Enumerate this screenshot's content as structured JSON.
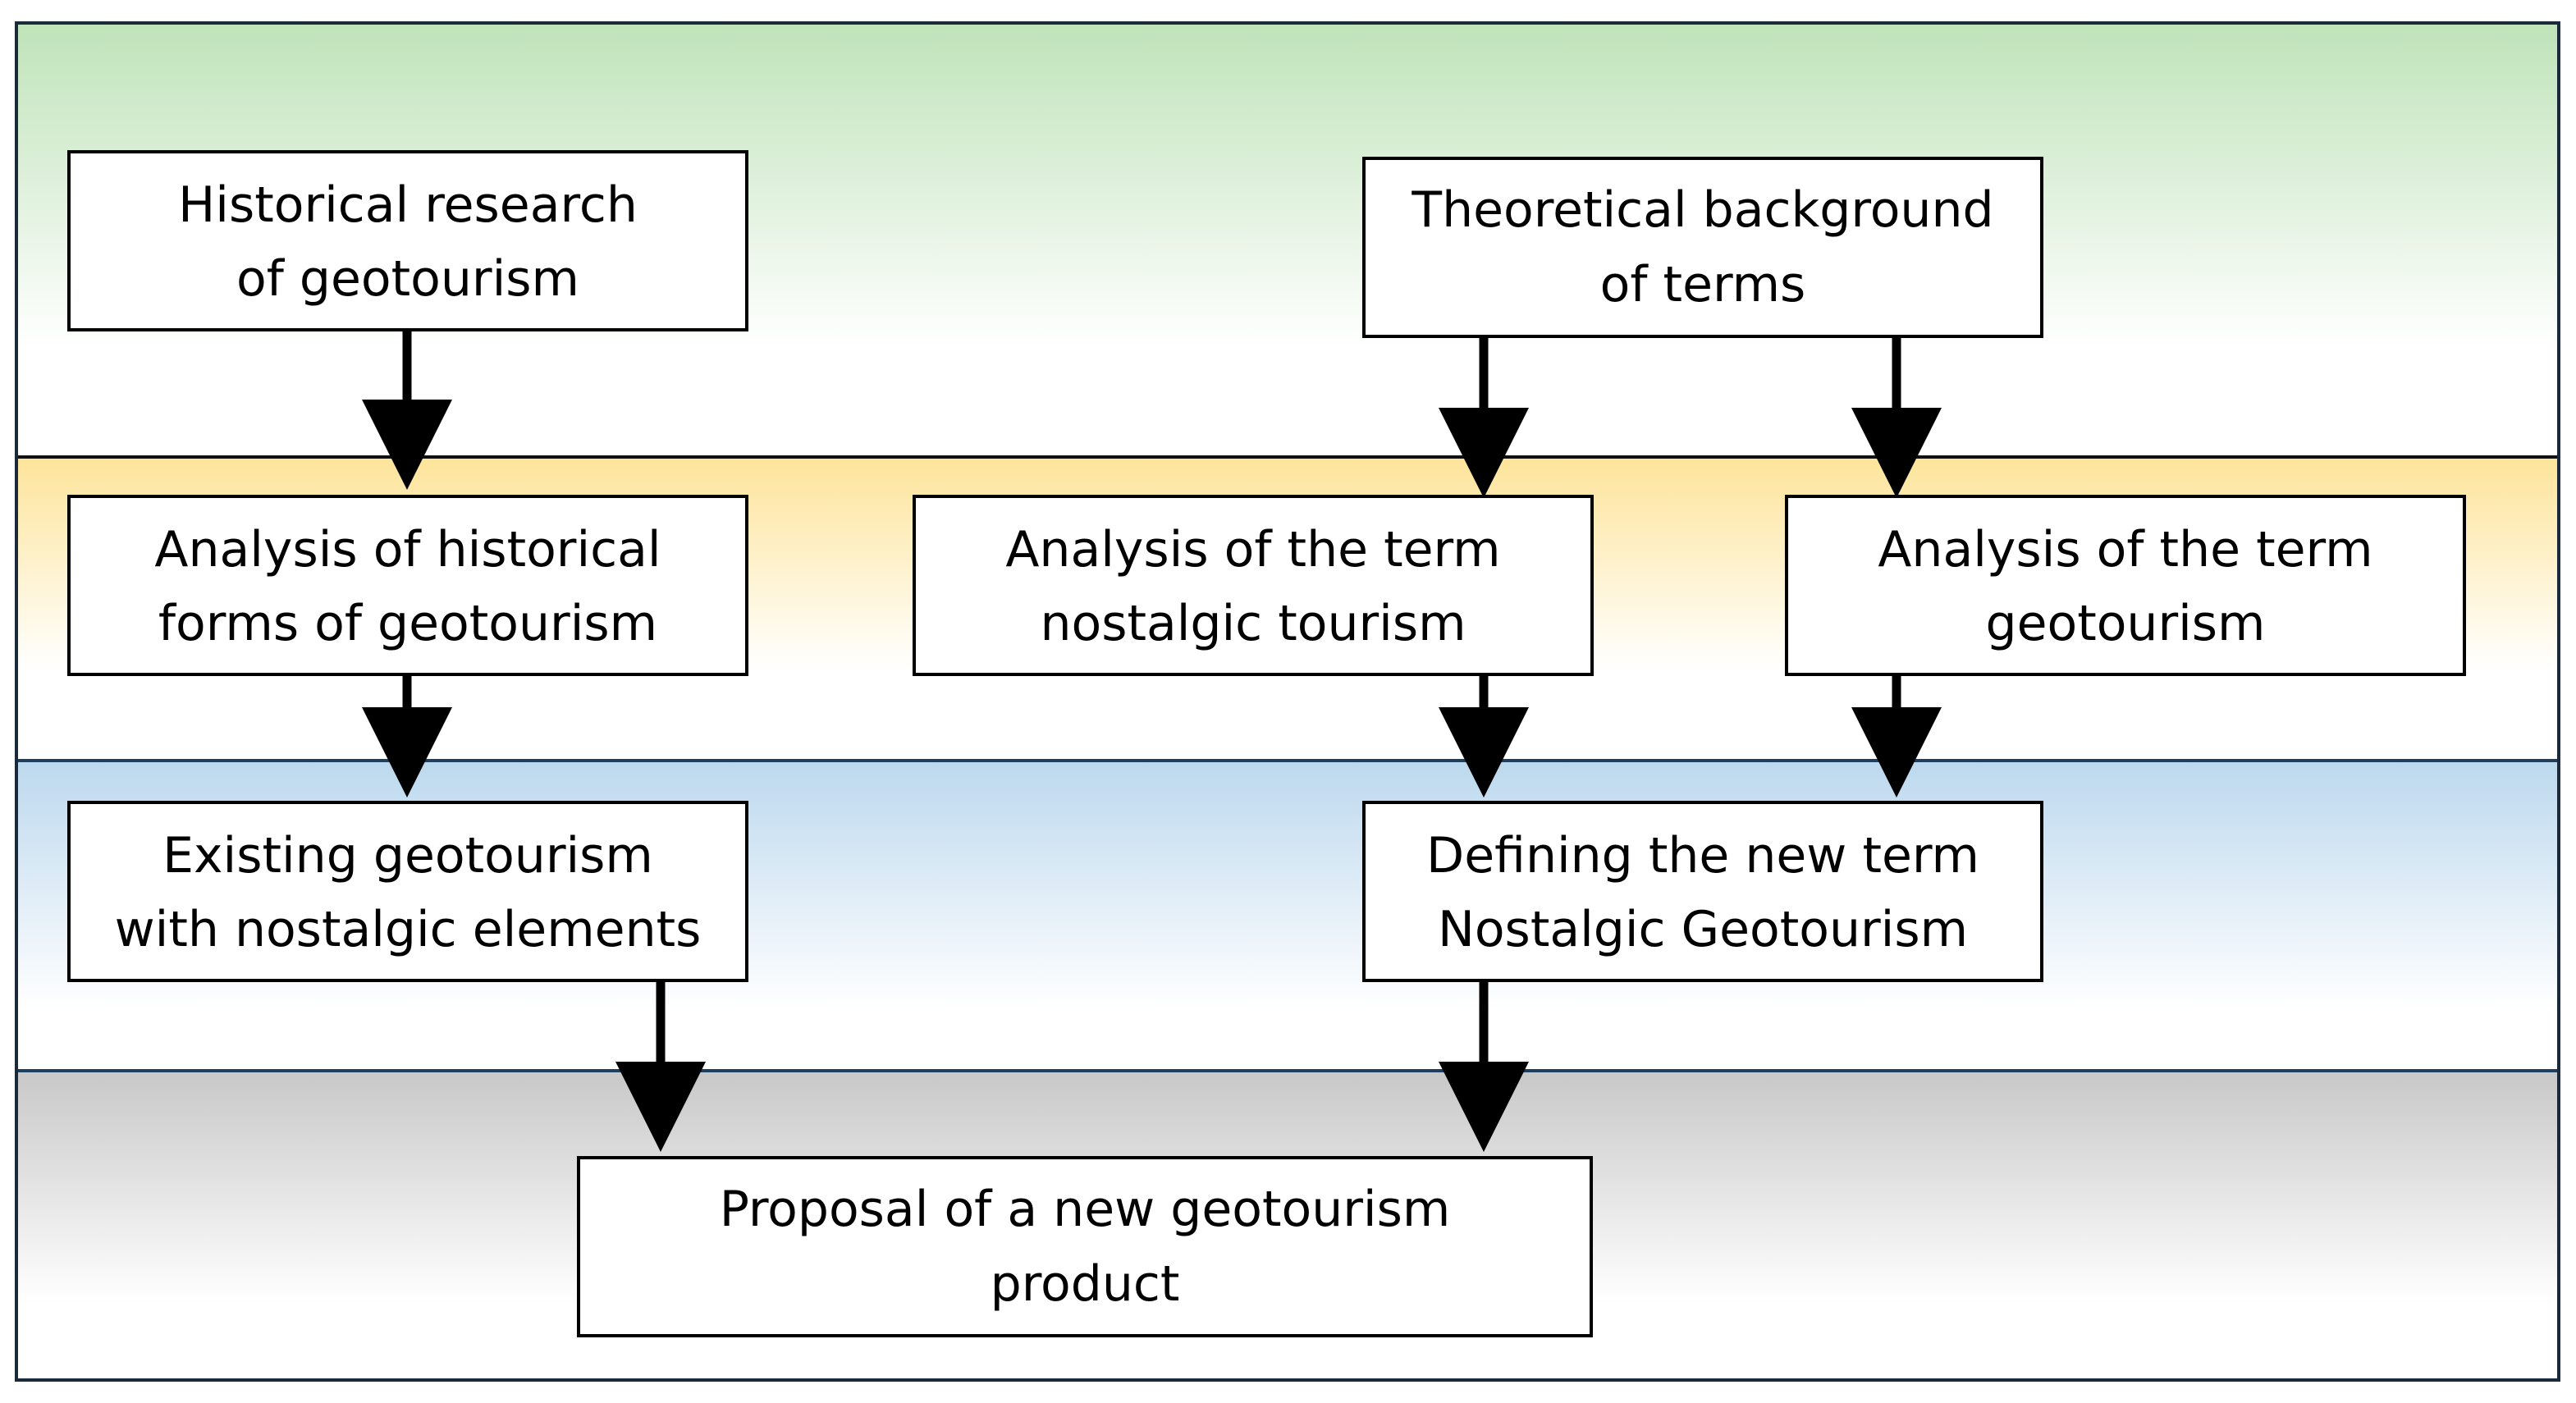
{
  "colors": {
    "band_green": "#bfe3b9",
    "band_orange": "#fde49a",
    "band_blue": "#bcd8ee",
    "band_gray": "#c8c8c8",
    "box_fill": "#ffffff",
    "box_stroke": "#000000",
    "arrow": "#000000",
    "band_border_blue": "#1f3f5f"
  },
  "nodes": {
    "historical_research": {
      "line1": "Historical research",
      "line2": "of geotourism"
    },
    "theoretical_background": {
      "line1": "Theoretical background",
      "line2": "of terms"
    },
    "analysis_historical_forms": {
      "line1": "Analysis of historical",
      "line2": "forms of geotourism"
    },
    "analysis_nostalgic_tourism": {
      "line1": "Analysis of the term",
      "line2": "nostalgic tourism"
    },
    "analysis_geotourism": {
      "line1": "Analysis of the term",
      "line2": "geotourism"
    },
    "existing_geotourism": {
      "line1": "Existing geotourism",
      "line2": "with nostalgic elements"
    },
    "defining_new_term": {
      "line1": "Defining the new term",
      "line2": "Nostalgic Geotourism"
    },
    "proposal": {
      "line1": "Proposal of a new geotourism",
      "line2": "product"
    }
  }
}
